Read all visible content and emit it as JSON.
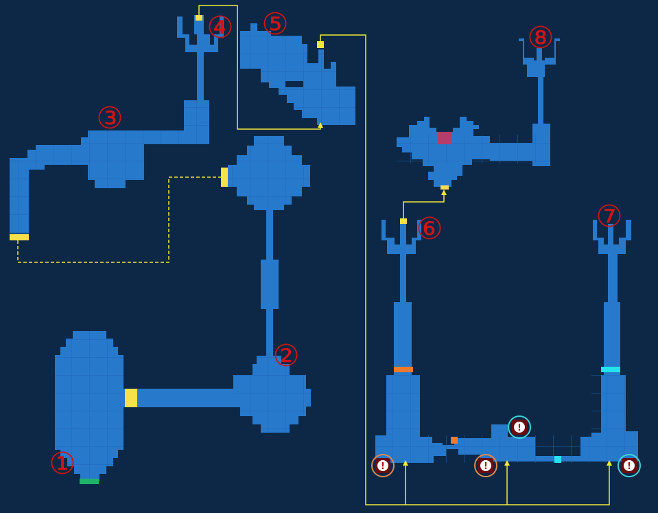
{
  "map": {
    "background": "#0c2846",
    "room_color": "#2779cc",
    "grid_color": "#1f68b3",
    "path_color": "#f2ea3a",
    "label_color": "#d01414",
    "labels": {
      "1": "①",
      "2": "②",
      "3": "③",
      "4": "④",
      "5": "⑤",
      "6": "⑥",
      "7": "⑦",
      "8": "⑧"
    },
    "markers": [
      {
        "name": "alert-icon-orange-1",
        "glyph": "!",
        "ring": "#e08a4a"
      },
      {
        "name": "alert-icon-orange-2",
        "glyph": "!",
        "ring": "#e08a4a"
      },
      {
        "name": "alert-icon-cyan-1",
        "glyph": "!",
        "ring": "#3fd4d8"
      },
      {
        "name": "alert-icon-cyan-2",
        "glyph": "!",
        "ring": "#3fd4d8"
      }
    ],
    "door_colors": {
      "yellow": "#f6e14a",
      "green": "#1fb36a",
      "orange": "#f07a2c",
      "cyan": "#22e3ee",
      "pink": "#b33d6b"
    }
  }
}
